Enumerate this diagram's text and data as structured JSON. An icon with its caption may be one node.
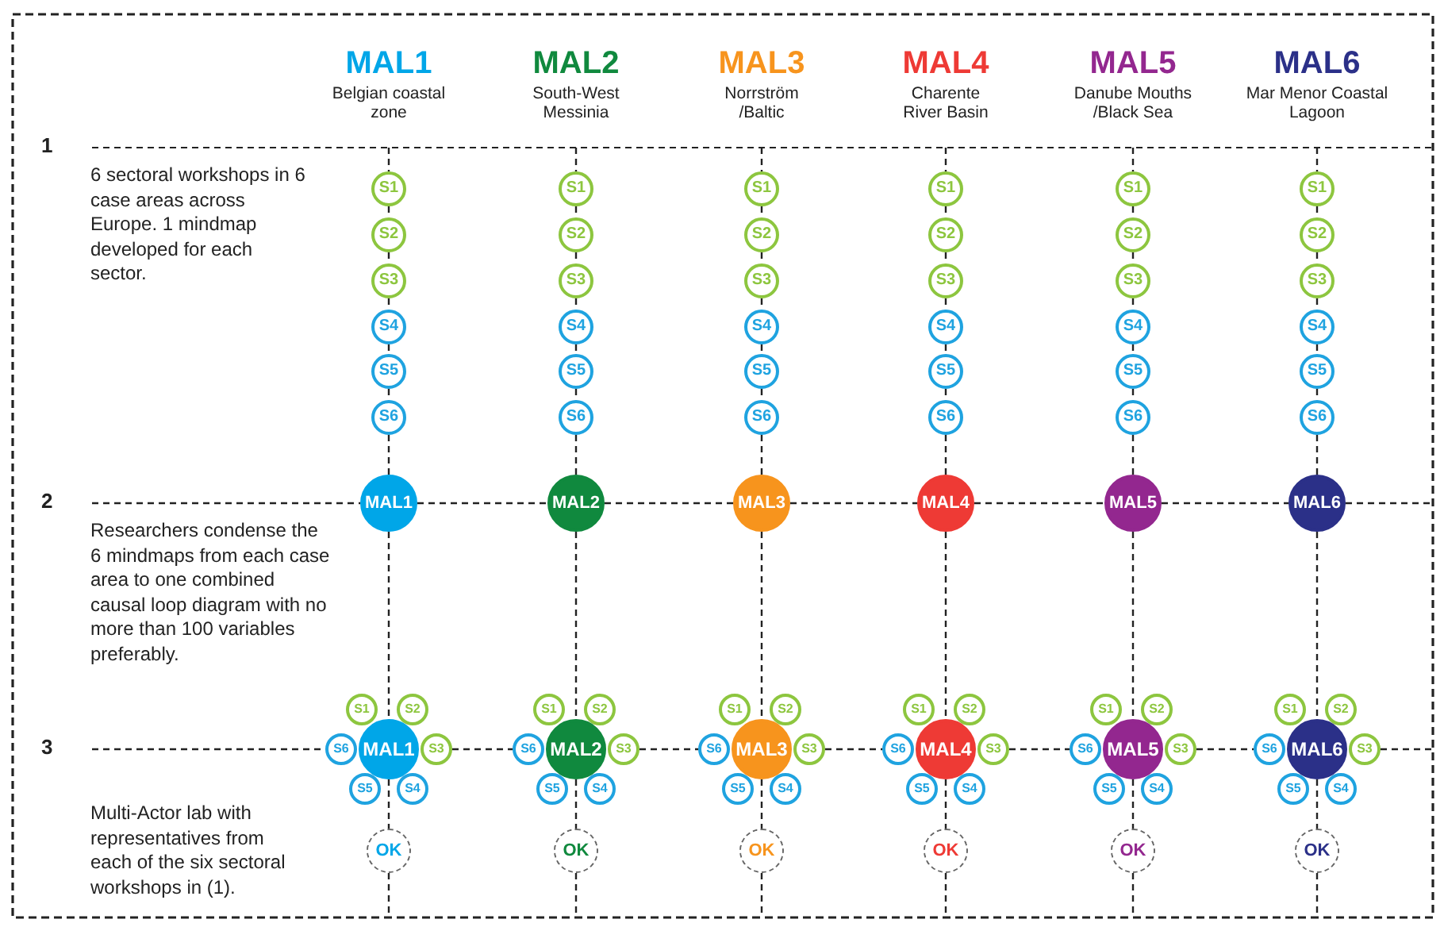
{
  "diagram": {
    "nodes": [
      {
        "text": [
          "S1"
        ]
      },
      {
        "text": [
          "S1"
        ]
      },
      {
        "text": [
          "S1"
        ]
      },
      {
        "text": [
          "S1"
        ]
      },
      {
        "text": [
          "S1"
        ]
      },
      {
        "text": [
          "S1"
        ]
      },
      {
        "text": [
          "S2"
        ]
      },
      {
        "text": [
          "S2"
        ]
      },
      {
        "text": [
          "S2"
        ]
      },
      {
        "text": [
          "S2"
        ]
      },
      {
        "text": [
          "S2"
        ]
      },
      {
        "text": [
          "S2"
        ]
      },
      {
        "text": [
          "S3"
        ]
      },
      {
        "text": [
          "S3"
        ]
      },
      {
        "text": [
          "S3"
        ]
      },
      {
        "text": [
          "S3"
        ]
      },
      {
        "text": [
          "S3"
        ]
      },
      {
        "text": [
          "S3"
        ]
      },
      {
        "text": [
          "S4"
        ]
      },
      {
        "text": [
          "S4"
        ]
      },
      {
        "text": [
          "S4"
        ]
      },
      {
        "text": [
          "S4"
        ]
      },
      {
        "text": [
          "S4"
        ]
      },
      {
        "text": [
          "S4"
        ]
      },
      {
        "text": [
          "S5"
        ]
      },
      {
        "text": [
          "S5"
        ]
      },
      {
        "text": [
          "S5"
        ]
      },
      {
        "text": [
          "S5"
        ]
      },
      {
        "text": [
          "S5"
        ]
      },
      {
        "text": [
          "S5"
        ]
      },
      {
        "text": [
          "S6"
        ]
      },
      {
        "text": [
          "S6"
        ]
      },
      {
        "text": [
          "S6"
        ]
      },
      {
        "text": [
          "S6"
        ]
      },
      {
        "text": [
          "S6"
        ]
      },
      {
        "text": [
          "S6"
        ]
      },
      {
        "text": [
          "MAL1"
        ]
      },
      {
        "text": [
          "MAL2"
        ]
      },
      {
        "text": [
          "MAL3"
        ]
      },
      {
        "text": [
          "MAL4"
        ]
      },
      {
        "text": [
          "MAL5"
        ]
      },
      {
        "text": [
          "MAL6"
        ]
      },
      {
        "text": [
          "S1"
        ]
      },
      {
        "text": [
          "S2"
        ]
      },
      {
        "text": [
          "S1"
        ]
      },
      {
        "text": [
          "S2"
        ]
      },
      {
        "text": [
          "S1"
        ]
      },
      {
        "text": [
          "S2"
        ]
      },
      {
        "text": [
          "S1"
        ]
      },
      {
        "text": [
          "S2"
        ]
      },
      {
        "text": [
          "S1"
        ]
      },
      {
        "text": [
          "S2"
        ]
      },
      {
        "text": [
          "S1"
        ]
      },
      {
        "text": [
          "S2"
        ]
      },
      {
        "text": [
          "S6"
        ]
      },
      {
        "text": [
          "MAL1"
        ]
      },
      {
        "text": [
          "S3"
        ]
      },
      {
        "text": [
          "S6"
        ]
      },
      {
        "text": [
          "MAL2"
        ]
      },
      {
        "text": [
          "S3"
        ]
      },
      {
        "text": [
          "S6"
        ]
      },
      {
        "text": [
          "MAL3"
        ]
      },
      {
        "text": [
          "S3"
        ]
      },
      {
        "text": [
          "S6"
        ]
      },
      {
        "text": [
          "MAL4"
        ]
      },
      {
        "text": [
          "S3"
        ]
      },
      {
        "text": [
          "S6"
        ]
      },
      {
        "text": [
          "MAL5"
        ]
      },
      {
        "text": [
          "S3"
        ]
      },
      {
        "text": [
          "S6"
        ]
      },
      {
        "text": [
          "MAL6"
        ]
      },
      {
        "text": [
          "S3"
        ]
      },
      {
        "text": [
          "S5"
        ]
      },
      {
        "text": [
          "S4"
        ]
      },
      {
        "text": [
          "S5"
        ]
      },
      {
        "text": [
          "S4"
        ]
      },
      {
        "text": [
          "S5"
        ]
      },
      {
        "text": [
          "S4"
        ]
      },
      {
        "text": [
          "S5"
        ]
      },
      {
        "text": [
          "S4"
        ]
      },
      {
        "text": [
          "S5"
        ]
      },
      {
        "text": [
          "S4"
        ]
      },
      {
        "text": [
          "S5"
        ]
      },
      {
        "text": [
          "S4"
        ]
      },
      {
        "text": [
          "OK"
        ]
      },
      {
        "text": [
          "OK"
        ]
      },
      {
        "text": [
          "OK"
        ]
      },
      {
        "text": [
          "OK"
        ]
      },
      {
        "text": [
          "OK"
        ]
      },
      {
        "text": [
          "OK"
        ]
      }
    ],
    "edges": [
      {
        "from": null,
        "to": 0,
        "arrow": "none",
        "style": "dashed"
      },
      {
        "from": null,
        "to": 1,
        "arrow": "none",
        "style": "dashed"
      },
      {
        "from": null,
        "to": 2,
        "arrow": "none",
        "style": "dashed"
      },
      {
        "from": null,
        "to": 3,
        "arrow": "none",
        "style": "dashed"
      },
      {
        "from": null,
        "to": 4,
        "arrow": "none",
        "style": "dashed"
      },
      {
        "from": null,
        "to": 5,
        "arrow": "none",
        "style": "dashed"
      },
      {
        "from": 0,
        "to": 6,
        "arrow": "none",
        "style": "dashed"
      },
      {
        "from": 1,
        "to": 7,
        "arrow": "none",
        "style": "dashed"
      },
      {
        "from": 2,
        "to": 8,
        "arrow": "none",
        "style": "dashed"
      },
      {
        "from": 3,
        "to": 9,
        "arrow": "none",
        "style": "dashed"
      },
      {
        "from": 4,
        "to": 10,
        "arrow": "none",
        "style": "dashed"
      },
      {
        "from": 5,
        "to": 11,
        "arrow": "none",
        "style": "dashed"
      },
      {
        "from": 6,
        "to": 12,
        "arrow": "none",
        "style": "dashed"
      },
      {
        "from": 7,
        "to": 13,
        "arrow": "none",
        "style": "dashed"
      },
      {
        "from": 8,
        "to": 14,
        "arrow": "none",
        "style": "dashed"
      },
      {
        "from": 9,
        "to": 15,
        "arrow": "none",
        "style": "dashed"
      },
      {
        "from": 10,
        "to": 16,
        "arrow": "none",
        "style": "dashed"
      },
      {
        "from": 11,
        "to": 17,
        "arrow": "none",
        "style": "dashed"
      },
      {
        "from": 12,
        "to": 18,
        "arrow": "none",
        "style": "dashed"
      },
      {
        "from": 13,
        "to": 19,
        "arrow": "none",
        "style": "dashed"
      },
      {
        "from": 14,
        "to": 20,
        "arrow": "none",
        "style": "dashed"
      },
      {
        "from": 15,
        "to": 21,
        "arrow": "none",
        "style": "dashed"
      },
      {
        "from": 16,
        "to": 22,
        "arrow": "none",
        "style": "dashed"
      },
      {
        "from": 17,
        "to": 23,
        "arrow": "none",
        "style": "dashed"
      },
      {
        "from": 18,
        "to": 24,
        "arrow": "none",
        "style": "dashed"
      },
      {
        "from": 19,
        "to": 25,
        "arrow": "none",
        "style": "dashed"
      },
      {
        "from": 20,
        "to": 26,
        "arrow": "none",
        "style": "dashed"
      },
      {
        "from": 21,
        "to": 27,
        "arrow": "none",
        "style": "dashed"
      },
      {
        "from": 22,
        "to": 28,
        "arrow": "none",
        "style": "dashed"
      },
      {
        "from": 23,
        "to": 29,
        "arrow": "none",
        "style": "dashed"
      },
      {
        "from": 24,
        "to": 30,
        "arrow": "none",
        "style": "dashed"
      },
      {
        "from": 25,
        "to": 31,
        "arrow": "none",
        "style": "dashed"
      },
      {
        "from": 26,
        "to": 32,
        "arrow": "none",
        "style": "dashed"
      },
      {
        "from": 27,
        "to": 33,
        "arrow": "none",
        "style": "dashed"
      },
      {
        "from": 28,
        "to": 34,
        "arrow": "none",
        "style": "dashed"
      },
      {
        "from": 29,
        "to": 35,
        "arrow": "none",
        "style": "dashed"
      },
      {
        "from": 30,
        "to": 36,
        "arrow": "none",
        "style": "dashed"
      },
      {
        "from": 31,
        "to": 37,
        "arrow": "none",
        "style": "dashed"
      },
      {
        "from": 32,
        "to": 38,
        "arrow": "none",
        "style": "dashed"
      },
      {
        "from": 33,
        "to": 39,
        "arrow": "none",
        "style": "dashed"
      },
      {
        "from": 34,
        "to": 40,
        "arrow": "none",
        "style": "dashed"
      },
      {
        "from": 35,
        "to": 41,
        "arrow": "none",
        "style": "dashed"
      },
      {
        "from": null,
        "to": 36,
        "arrow": "none",
        "style": "dashed"
      },
      {
        "from": 36,
        "to": 37,
        "arrow": "none",
        "style": "dashed"
      },
      {
        "from": 37,
        "to": 38,
        "arrow": "none",
        "style": "dashed"
      },
      {
        "from": 38,
        "to": 39,
        "arrow": "none",
        "style": "dashed"
      },
      {
        "from": 39,
        "to": 40,
        "arrow": "none",
        "style": "dashed"
      },
      {
        "from": 40,
        "to": 41,
        "arrow": "none",
        "style": "dashed"
      },
      {
        "from": 41,
        "to": null,
        "arrow": "none",
        "style": "dashed"
      },
      {
        "from": 36,
        "to": 55,
        "arrow": "none",
        "style": "dashed"
      },
      {
        "from": 37,
        "to": 58,
        "arrow": "none",
        "style": "dashed"
      },
      {
        "from": 38,
        "to": 61,
        "arrow": "none",
        "style": "dashed"
      },
      {
        "from": 39,
        "to": 64,
        "arrow": "none",
        "style": "dashed"
      },
      {
        "from": 40,
        "to": 67,
        "arrow": "none",
        "style": "dashed"
      },
      {
        "from": 41,
        "to": 70,
        "arrow": "none",
        "style": "dashed"
      },
      {
        "from": null,
        "to": 54,
        "arrow": "none",
        "style": "dashed"
      },
      {
        "from": 56,
        "to": 57,
        "arrow": "none",
        "style": "dashed"
      },
      {
        "from": 59,
        "to": 60,
        "arrow": "none",
        "style": "dashed"
      },
      {
        "from": 62,
        "to": 63,
        "arrow": "none",
        "style": "dashed"
      },
      {
        "from": 65,
        "to": 66,
        "arrow": "none",
        "style": "dashed"
      },
      {
        "from": 68,
        "to": 69,
        "arrow": "none",
        "style": "dashed"
      },
      {
        "from": 71,
        "to": null,
        "arrow": "none",
        "style": "dashed"
      },
      {
        "from": 55,
        "to": 84,
        "arrow": "none",
        "style": "dashed"
      },
      {
        "from": 58,
        "to": 85,
        "arrow": "none",
        "style": "dashed"
      },
      {
        "from": 61,
        "to": 86,
        "arrow": "none",
        "style": "dashed"
      },
      {
        "from": 64,
        "to": 87,
        "arrow": "none",
        "style": "dashed"
      },
      {
        "from": 67,
        "to": 88,
        "arrow": "none",
        "style": "dashed"
      },
      {
        "from": 70,
        "to": 89,
        "arrow": "none",
        "style": "dashed"
      },
      {
        "from": 84,
        "to": null,
        "arrow": "none",
        "style": "dashed"
      },
      {
        "from": 85,
        "to": null,
        "arrow": "none",
        "style": "dashed"
      },
      {
        "from": 86,
        "to": null,
        "arrow": "none",
        "style": "dashed"
      },
      {
        "from": 87,
        "to": null,
        "arrow": "none",
        "style": "dashed"
      },
      {
        "from": 88,
        "to": null,
        "arrow": "none",
        "style": "dashed"
      },
      {
        "from": 89,
        "to": null,
        "arrow": "none",
        "style": "dashed"
      }
    ],
    "labels": [
      "MAL1",
      "Belgian coastal zone",
      "MAL2",
      "South-West Messinia",
      "MAL3",
      "Norrström /Baltic",
      "MAL4",
      "Charente River Basin",
      "MAL5",
      "Danube Mouths /Black Sea",
      "MAL6",
      "Mar Menor Coastal Lagoon",
      "1",
      "6 sectoral workshops in 6 case areas across Europe. 1 mindmap developed for each sector.",
      "2",
      "Researchers condense the 6 mindmaps from each case area to one combined causal loop diagram with no more than 100 variables preferably.",
      "3",
      "Multi-Actor lab with representatives from each of the six sectoral workshops in (1)."
    ]
  }
}
